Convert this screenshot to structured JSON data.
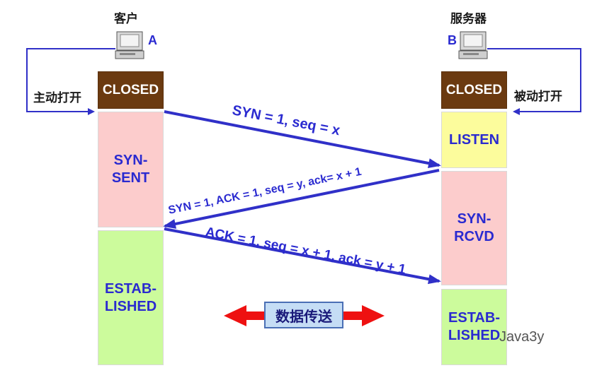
{
  "client": {
    "title": "客户",
    "letter": "A",
    "action": "主动打开"
  },
  "server": {
    "title": "服务器",
    "letter": "B",
    "action": "被动打开"
  },
  "client_states": [
    "CLOSED",
    "SYN-\nSENT",
    "ESTAB-\nLISHED"
  ],
  "server_states": [
    "CLOSED",
    "LISTEN",
    "SYN-\nRCVD",
    "ESTAB-\nLISHED"
  ],
  "messages": {
    "m1": "SYN = 1, seq = x",
    "m2": "SYN = 1, ACK = 1, seq = y, ack= x + 1",
    "m3": "ACK = 1, seq = x + 1, ack = y + 1"
  },
  "data_transfer": "数据传送",
  "watermark": "Java3y",
  "colors": {
    "closed": "#6b3a10",
    "pink": "#fccccc",
    "green": "#ccfb9c",
    "yellow": "#fcfc9c",
    "arrow": "#3030c8",
    "data_arrow": "#ee1111"
  }
}
